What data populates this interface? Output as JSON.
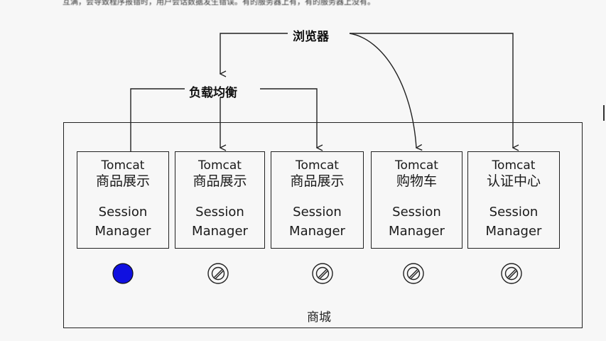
{
  "header": {
    "partial_text": "互满，会导致程序报错时，用户会话数据发生错误。有的服务器上有，有的服务器上没有。"
  },
  "diagram": {
    "browser_label": "浏览器",
    "load_balancer_label": "负载均衡",
    "container_label": "商城",
    "nodes": [
      {
        "line1": "Tomcat",
        "line2": "商品展示",
        "line3": "Session",
        "line4": "Manager",
        "indicator": "filled-circle"
      },
      {
        "line1": "Tomcat",
        "line2": "商品展示",
        "line3": "Session",
        "line4": "Manager",
        "indicator": "forbidden-icon"
      },
      {
        "line1": "Tomcat",
        "line2": "商品展示",
        "line3": "Session",
        "line4": "Manager",
        "indicator": "forbidden-icon"
      },
      {
        "line1": "Tomcat",
        "line2": "购物车",
        "line3": "Session",
        "line4": "Manager",
        "indicator": "forbidden-icon"
      },
      {
        "line1": "Tomcat",
        "line2": "认证中心",
        "line3": "Session",
        "line4": "Manager",
        "indicator": "forbidden-icon"
      }
    ],
    "colors": {
      "active_session": "#1010e0",
      "line": "#222222"
    }
  }
}
